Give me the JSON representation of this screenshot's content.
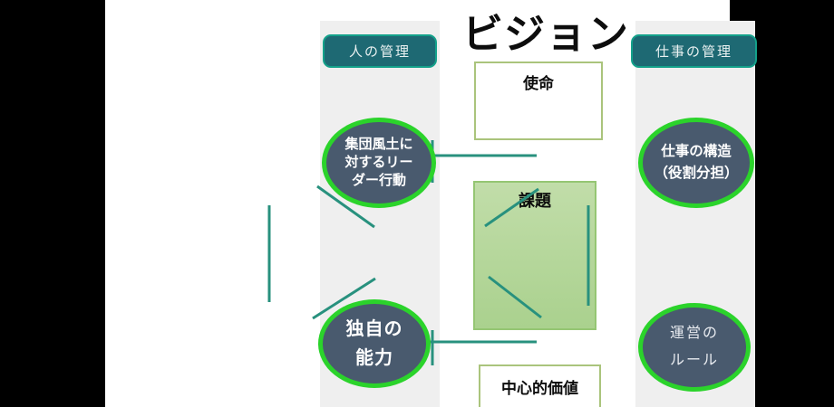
{
  "title": "ビジョン",
  "column_headers": {
    "left": "人の管理",
    "right": "仕事の管理"
  },
  "boxes": {
    "mission": "使命",
    "issues": "課題",
    "core_values": "中心的価値"
  },
  "ellipses": {
    "leader_behavior": {
      "lines": [
        "集団風土に",
        "対するリー",
        "ダー行動"
      ]
    },
    "work_structure": {
      "lines": [
        "仕事の構造",
        "（役割分担）"
      ]
    },
    "unique_capability": {
      "lines": [
        "独自の",
        "能力"
      ]
    },
    "operation_rules": {
      "lines": [
        "運営の",
        "ルール"
      ]
    }
  },
  "colors": {
    "connector_teal": "#28917e",
    "pill_fill": "#1e6973",
    "pill_border": "#13a18a",
    "ellipse_fill": "#495a6e",
    "ellipse_border": "#2bd32b",
    "issues_fill": "#aad18e",
    "issues_border": "#95c673",
    "light_box_border": "#aac47c",
    "column_gray": "#efefef",
    "letterbox_black": "#000000"
  }
}
